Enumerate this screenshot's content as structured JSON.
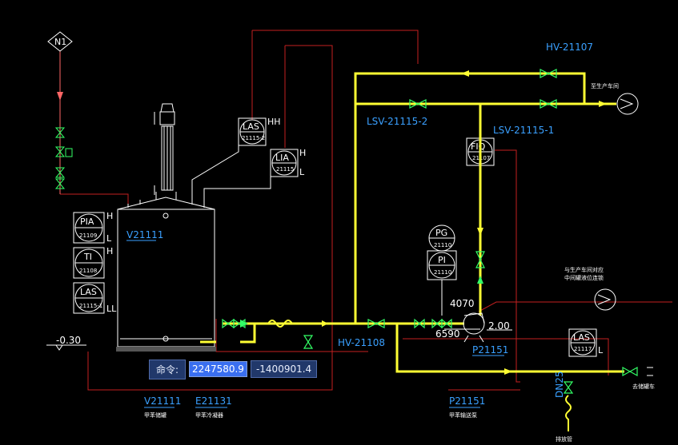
{
  "labels": {
    "n1": "N1",
    "hv21107": "HV-21107",
    "lsv21115_2": "LSV-21115-2",
    "lsv21115_1": "LSV-21115-1",
    "hv21108": "HV-21108",
    "v21111_tank": "V21111",
    "v21111_bottom": "V21111",
    "e21131": "E21131",
    "p21151_pump": "P21151",
    "p21151_bottom": "P21151",
    "dn25": "DN25",
    "elev_tank": "-0.30",
    "elev_4070": "4070",
    "elev_6590": "6590",
    "elev_200": "2.00"
  },
  "instruments": [
    {
      "id": "las_21115_2",
      "top": "LAS",
      "bottom": "21115-2",
      "mark": "HH"
    },
    {
      "id": "lia_21115",
      "top": "LIA",
      "bottom": "21115",
      "mark": "H",
      "mark2": "L"
    },
    {
      "id": "fiq_21107",
      "top": "FIQ",
      "bottom": "21107"
    },
    {
      "id": "pia_21109",
      "top": "PIA",
      "bottom": "21109",
      "mark": "H",
      "mark2": "L"
    },
    {
      "id": "ti_21108",
      "top": "TI",
      "bottom": "21108",
      "mark": "H"
    },
    {
      "id": "las_21115_1",
      "top": "LAS",
      "bottom": "21115-1",
      "mark": "LL"
    },
    {
      "id": "pg_21110",
      "top": "PG",
      "bottom": "21110"
    },
    {
      "id": "pi_21110",
      "top": "PI",
      "bottom": "21110"
    },
    {
      "id": "las_21117",
      "top": "LAS",
      "bottom": "21117",
      "mark": "L"
    }
  ],
  "notes": {
    "to_production": "至生产车间",
    "to_workshop": "与生产车间对应\n中间罐液位连锁",
    "sample": "去储罐车",
    "v21111_sub": "甲苯储罐",
    "e21131_sub": "甲苯冷凝器",
    "p21151_sub": "甲苯输送泵",
    "bottom_pipe": "排放管"
  },
  "command": {
    "label": "命令:",
    "x": "2247580.9",
    "y": "-1400901.4"
  },
  "colors": {
    "background": "#000000",
    "process_line": "#ffff33",
    "signal_line": "#cc2222",
    "instrument": "#ffffff",
    "tag_text": "#3aa0ff",
    "valve": "#33ff66",
    "n2_line": "#ff6666"
  }
}
